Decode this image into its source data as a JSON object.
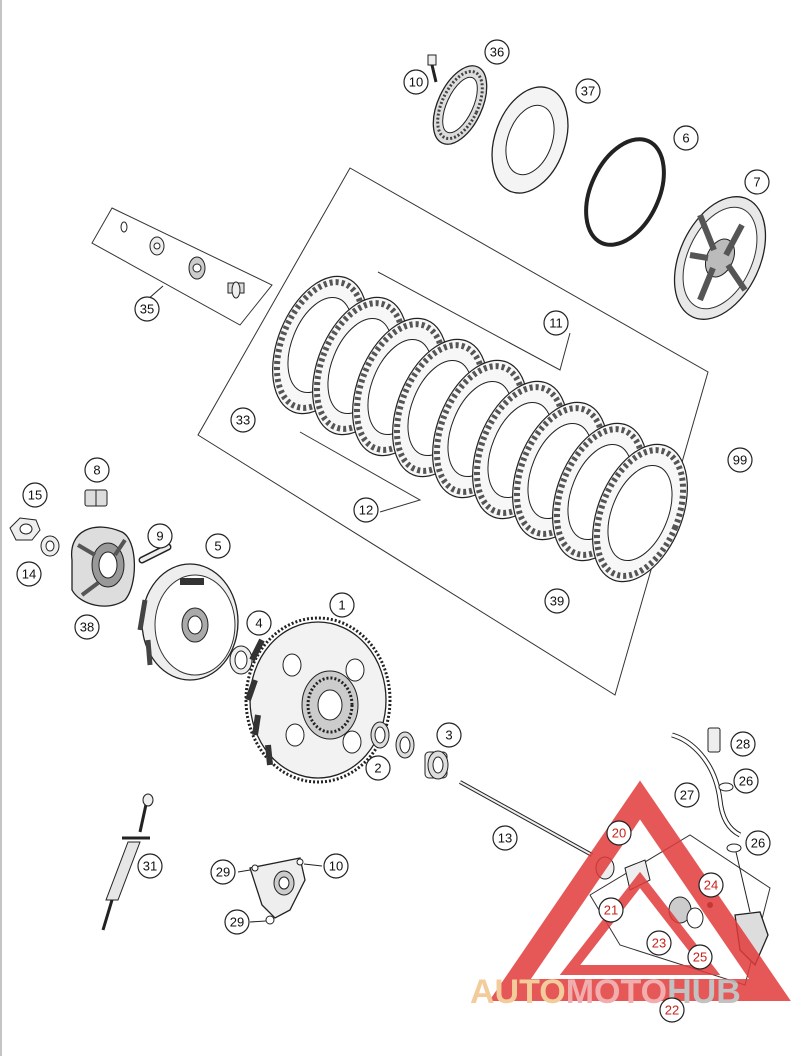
{
  "diagram": {
    "callouts": [
      {
        "id": "c1",
        "label": "1"
      },
      {
        "id": "c2",
        "label": "2"
      },
      {
        "id": "c3",
        "label": "3"
      },
      {
        "id": "c4",
        "label": "4"
      },
      {
        "id": "c5",
        "label": "5"
      },
      {
        "id": "c6",
        "label": "6"
      },
      {
        "id": "c7",
        "label": "7"
      },
      {
        "id": "c8",
        "label": "8"
      },
      {
        "id": "c9",
        "label": "9"
      },
      {
        "id": "c10a",
        "label": "10"
      },
      {
        "id": "c10b",
        "label": "10"
      },
      {
        "id": "c11",
        "label": "11"
      },
      {
        "id": "c12",
        "label": "12"
      },
      {
        "id": "c13",
        "label": "13"
      },
      {
        "id": "c14",
        "label": "14"
      },
      {
        "id": "c15",
        "label": "15"
      },
      {
        "id": "c20",
        "label": "20"
      },
      {
        "id": "c21",
        "label": "21"
      },
      {
        "id": "c22",
        "label": "22"
      },
      {
        "id": "c23",
        "label": "23"
      },
      {
        "id": "c24",
        "label": "24"
      },
      {
        "id": "c25",
        "label": "25"
      },
      {
        "id": "c26a",
        "label": "26"
      },
      {
        "id": "c26b",
        "label": "26"
      },
      {
        "id": "c27",
        "label": "27"
      },
      {
        "id": "c28",
        "label": "28"
      },
      {
        "id": "c29a",
        "label": "29"
      },
      {
        "id": "c29b",
        "label": "29"
      },
      {
        "id": "c31",
        "label": "31"
      },
      {
        "id": "c33",
        "label": "33"
      },
      {
        "id": "c35",
        "label": "35"
      },
      {
        "id": "c36",
        "label": "36"
      },
      {
        "id": "c37",
        "label": "37"
      },
      {
        "id": "c38",
        "label": "38"
      },
      {
        "id": "c39",
        "label": "39"
      },
      {
        "id": "c99",
        "label": "99"
      }
    ]
  },
  "watermark": {
    "part1": "AUTO",
    "part2": "MOTO",
    "part3": "HUB",
    "color1": "#f2c48a",
    "color2": "#f0a0a0",
    "color3": "#b8b8b8",
    "triangle_color": "#e23a3a"
  }
}
